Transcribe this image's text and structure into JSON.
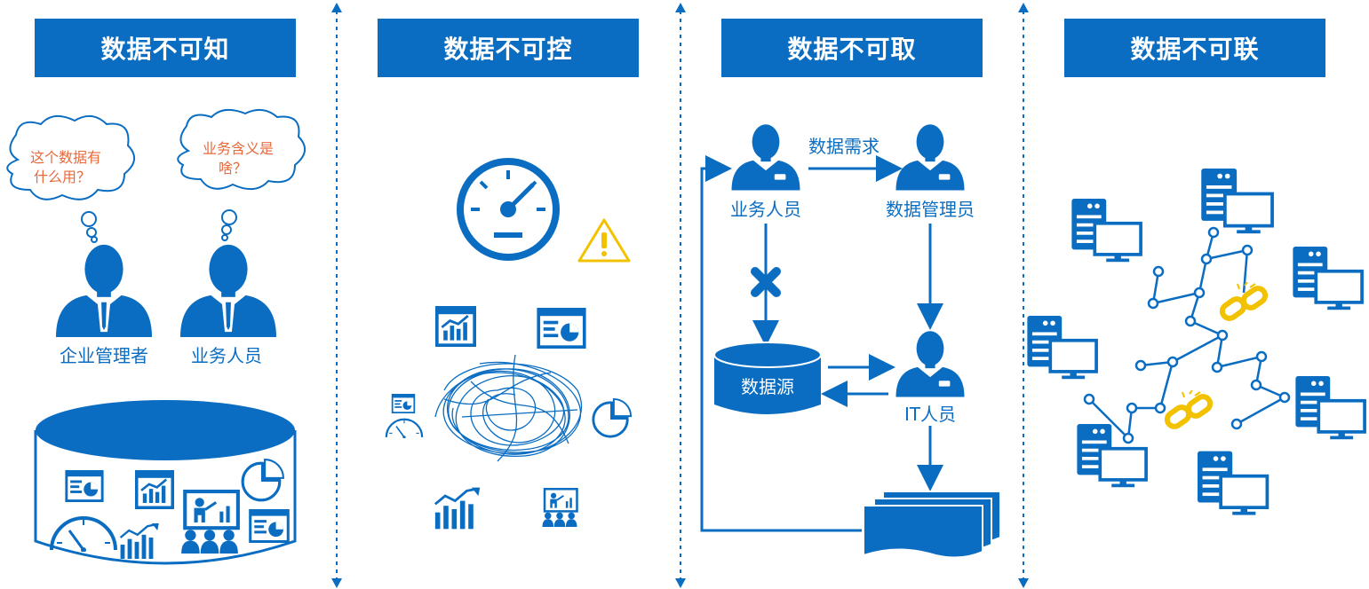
{
  "panels": [
    {
      "title": "数据不可知"
    },
    {
      "title": "数据不可控"
    },
    {
      "title": "数据不可取"
    },
    {
      "title": "数据不可联"
    }
  ],
  "panel1": {
    "bubble_left": [
      "这个数据有",
      "什么用？"
    ],
    "bubble_right": [
      "业务含义是",
      "啥？"
    ],
    "person_left": "企业管理者",
    "person_right": "业务人员"
  },
  "panel3": {
    "flow_label": "数据需求",
    "business_person": "业务人员",
    "data_manager": "数据管理员",
    "data_source": "数据源",
    "it_person": "IT人员"
  },
  "colors": {
    "primary": "#0a6dc2",
    "accent_text": "#e8693c",
    "warning": "#f2c200",
    "white": "#ffffff"
  },
  "icons": [
    "question-bubble-icon",
    "person-icon",
    "database-icon",
    "speedometer-icon",
    "warning-icon",
    "chart-icon",
    "presentation-icon",
    "pie-chart-icon",
    "tangled-lines-icon",
    "x-mark-icon",
    "document-stack-icon",
    "server-icon",
    "monitor-icon",
    "broken-link-icon"
  ]
}
